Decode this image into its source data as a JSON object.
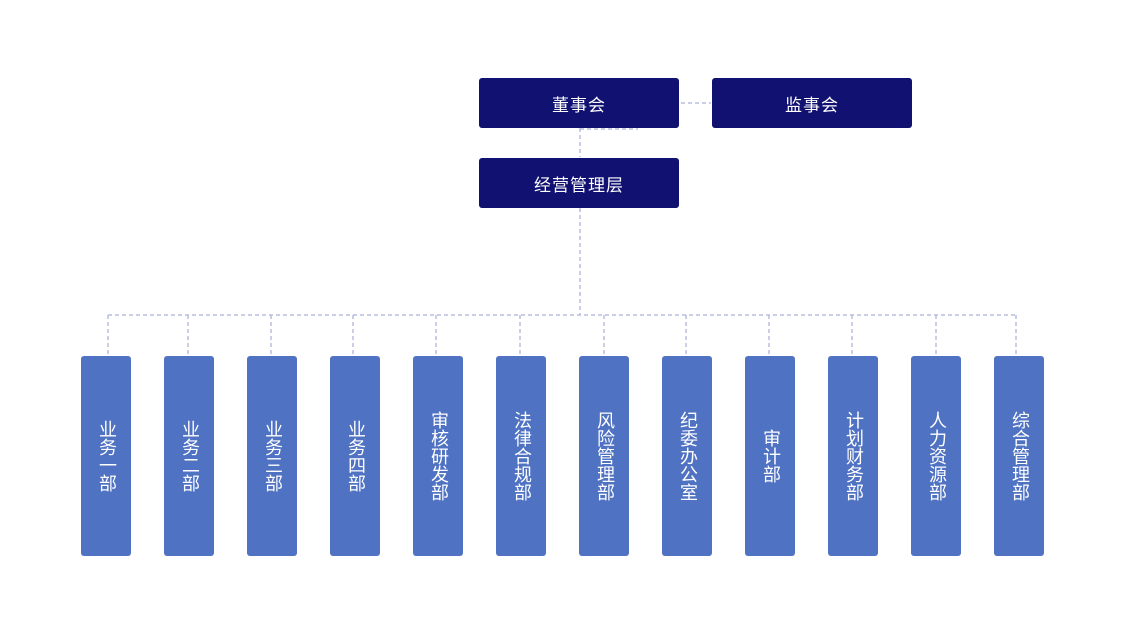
{
  "colors": {
    "top_box": "#111172",
    "dept_box": "#4f72c2",
    "connector": "#b8bedd"
  },
  "board": {
    "label": "董事会"
  },
  "supervisory_board": {
    "label": "监事会"
  },
  "management": {
    "label": "经营管理层"
  },
  "departments": [
    {
      "label": "业务一部"
    },
    {
      "label": "业务二部"
    },
    {
      "label": "业务三部"
    },
    {
      "label": "业务四部"
    },
    {
      "label": "审核研发部"
    },
    {
      "label": "法律合规部"
    },
    {
      "label": "风险管理部"
    },
    {
      "label": "纪委办公室"
    },
    {
      "label": "审计部"
    },
    {
      "label": "计划财务部"
    },
    {
      "label": "人力资源部"
    },
    {
      "label": "综合管理部"
    }
  ]
}
